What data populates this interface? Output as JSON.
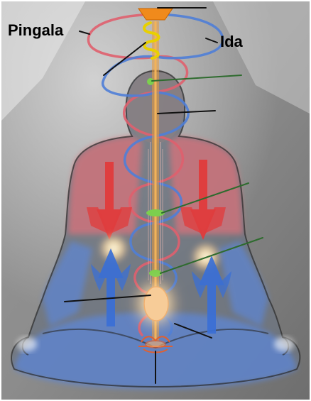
{
  "labels": {
    "pingala": "Pingala",
    "ida": "Ida"
  },
  "colors": {
    "pingala_channel": "#e0606e",
    "ida_channel": "#4f7fd8",
    "sushumna_channel": "#e89a3c",
    "kundalini_coil": "#e8d000",
    "chakra_node": "#7ccf4e",
    "downward_arrows": "#e23a3a",
    "upward_arrows": "#3a6fd6",
    "pointer_black": "#111111",
    "pointer_green": "#2e6b2e",
    "background": "#8a8a8a"
  },
  "elements": {
    "crown": "crown-lotus-icon",
    "base": "root-lotus-icon",
    "figure": "seated-meditation-figure"
  }
}
